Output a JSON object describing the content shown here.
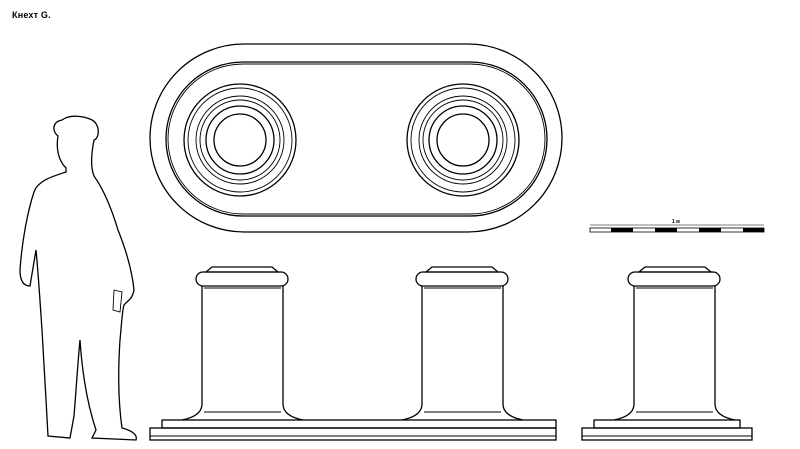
{
  "drawing": {
    "title": "Кнехт G.",
    "scale_bar": {
      "label": "1 м",
      "segments": 8
    },
    "credit": " ",
    "views": [
      "plan-view",
      "front-elevation",
      "side-elevation"
    ],
    "colors": {
      "line": "#000000",
      "background": "#ffffff"
    }
  }
}
